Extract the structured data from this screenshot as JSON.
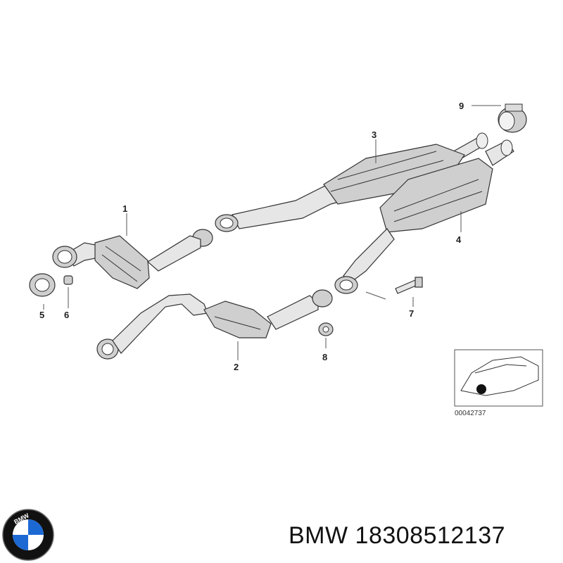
{
  "callouts": {
    "c1": "1",
    "c2": "2",
    "c3": "3",
    "c4": "4",
    "c5": "5",
    "c6": "6",
    "c7": "7",
    "c8": "8",
    "c9": "9"
  },
  "reference_number": "00042737",
  "logo": {
    "text": "BMW",
    "colors": {
      "blue": "#1c69d4",
      "white": "#ffffff",
      "ring": "#111111"
    }
  },
  "caption": "BMW 18308512137"
}
